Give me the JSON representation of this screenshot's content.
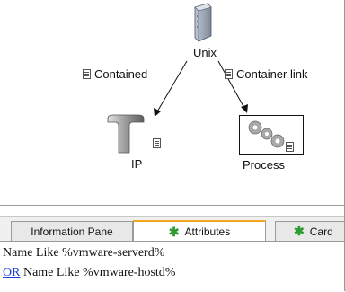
{
  "graph": {
    "nodes": {
      "unix": {
        "label": "Unix",
        "icon": "server-icon"
      },
      "ip": {
        "label": "IP",
        "icon": "network-interface-icon"
      },
      "process": {
        "label": "Process",
        "icon": "gears-icon"
      }
    },
    "edges": {
      "contained": {
        "label": "Contained"
      },
      "container_link": {
        "label": "Container link"
      }
    }
  },
  "pane": {
    "tabs": [
      {
        "label": "Information Pane",
        "starred": false,
        "active": false
      },
      {
        "label": "Attributes",
        "starred": true,
        "active": true
      },
      {
        "label": "Card",
        "starred": true,
        "active": false
      }
    ],
    "conditions": [
      {
        "operator": "",
        "text": "Name Like %vmware-serverd%"
      },
      {
        "operator": "OR",
        "text": "Name Like %vmware-hostd%"
      }
    ]
  },
  "colors": {
    "active_tab_accent": "#f5a623",
    "star": "#2e9b2e",
    "operator_link": "#1a3fd6"
  }
}
